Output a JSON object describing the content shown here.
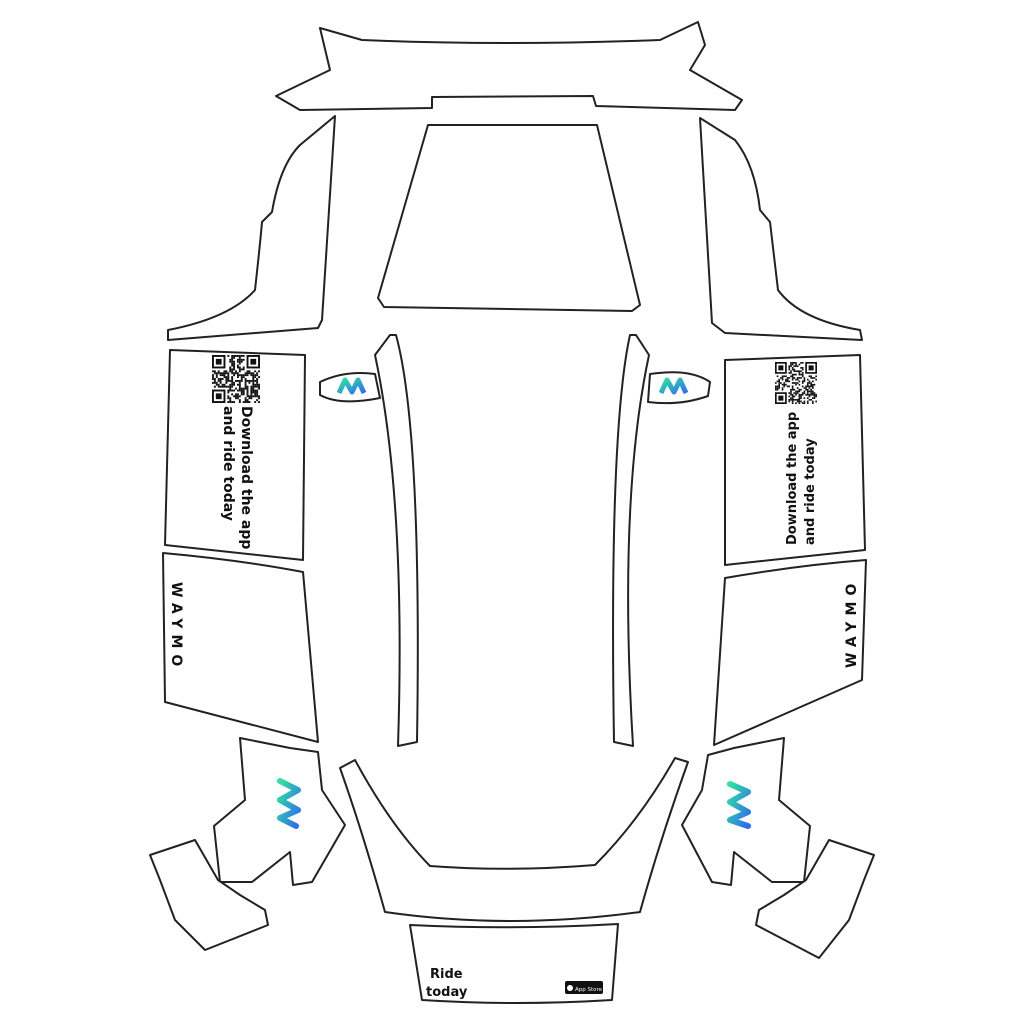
{
  "side_left": {
    "qr_text_line1": "Download the app",
    "qr_text_line2": "and ride today",
    "brand": "WAYMO"
  },
  "side_right": {
    "qr_text_line1": "Download the app",
    "qr_text_line2": "and ride today",
    "brand": "WAYMO"
  },
  "front_bumper": {
    "text_line1": "Ride",
    "text_line2": "today",
    "badge": "App Store"
  },
  "colors": {
    "outline": "#222222",
    "logo_green": "#2de3a0",
    "logo_blue": "#2f6cf0"
  },
  "icons": {
    "mirror_logo": "waymo-m-logo",
    "fender_logo": "waymo-w-logo",
    "badge_icon": "apple-icon"
  }
}
